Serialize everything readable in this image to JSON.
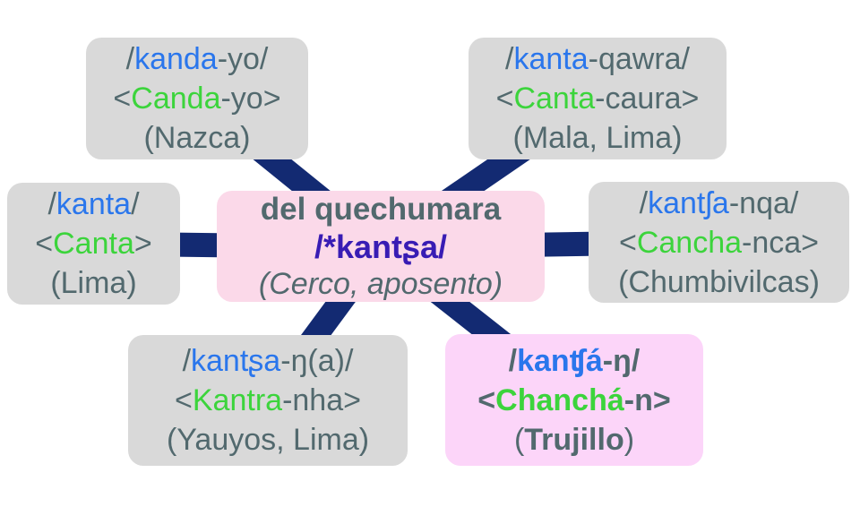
{
  "palette": {
    "background": "#ffffff",
    "box_gray": "#d9d9d9",
    "center_pink": "#fbd9e9",
    "highlight_pink": "#fcd5f9",
    "text_slate": "#52696e",
    "phonemic_blue": "#2a76ec",
    "orthographic_green": "#3cd43c",
    "reconstruction_violet": "#381cb4",
    "connector_navy": "#132a72"
  },
  "center": {
    "source_language": "del quechumara",
    "reconstruction": "/*kantʂa/",
    "gloss": "(Cerco, aposento)"
  },
  "nodes": [
    {
      "id": "nazca",
      "phonemic": {
        "pre": "/",
        "root": "kanda",
        "post": "-yo/"
      },
      "orthographic": {
        "pre": "<",
        "root": "Canda",
        "post": "-yo>"
      },
      "place": "(Nazca)"
    },
    {
      "id": "mala",
      "phonemic": {
        "pre": "/",
        "root": "kanta",
        "post": "-qawra/"
      },
      "orthographic": {
        "pre": "<",
        "root": "Canta",
        "post": "-caura>"
      },
      "place": "(Mala, Lima)"
    },
    {
      "id": "lima",
      "phonemic": {
        "pre": "/",
        "root": "kanta",
        "post": "/"
      },
      "orthographic": {
        "pre": "<",
        "root": "Canta",
        "post": ">"
      },
      "place": "(Lima)"
    },
    {
      "id": "chumbivilcas",
      "phonemic": {
        "pre": "/",
        "root": "kantʃa",
        "post": "-nqa/"
      },
      "orthographic": {
        "pre": "<",
        "root": "Cancha",
        "post": "-nca>"
      },
      "place": "(Chumbivilcas)"
    },
    {
      "id": "yauyos",
      "phonemic": {
        "pre": "/",
        "root": "kantʂa",
        "post": "-ŋ(a)/"
      },
      "orthographic": {
        "pre": "<",
        "root": "Kantra",
        "post": "-nha>"
      },
      "place": "(Yauyos, Lima)"
    },
    {
      "id": "trujillo",
      "phonemic": {
        "pre": "/",
        "root": "kanʧá",
        "post": "-ŋ/"
      },
      "orthographic": {
        "pre": "<",
        "root": "Chanchá",
        "post": "-n>"
      },
      "place_pre": "(",
      "place_name": "Trujillo",
      "place_post": ")"
    }
  ]
}
